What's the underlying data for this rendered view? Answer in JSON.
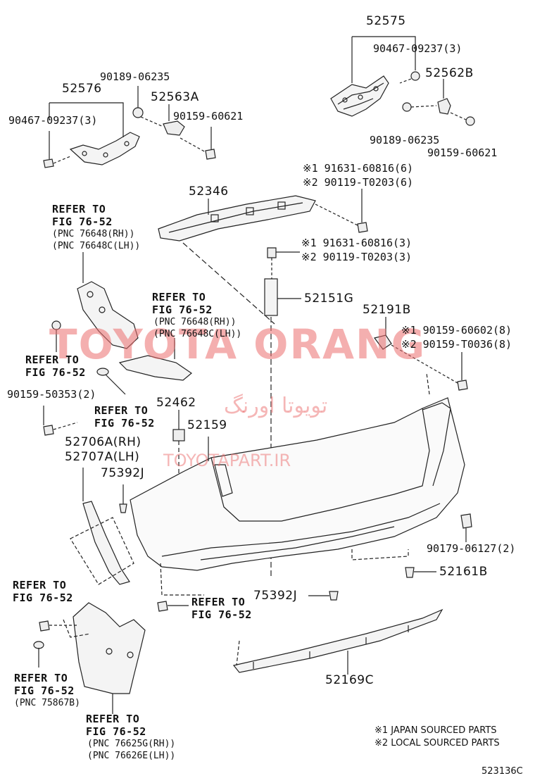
{
  "watermark": {
    "brand": "TOYOTA ORANG",
    "persian": "تویوتا اورنگ",
    "url": "TOYOTAPART.IR",
    "color": "#eb6e6e"
  },
  "labels": {
    "p52575": "52575",
    "p52575_bolt": "90467-09237(3)",
    "p52562B": "52562B",
    "p52562B_clip": "90189-06235",
    "p52562B_screw": "90159-60621",
    "p52576": "52576",
    "p52576_clip": "90189-06235",
    "p52576_bolt": "90467-09237(3)",
    "p52563A": "52563A",
    "p52563A_screw": "90159-60621",
    "p52346": "52346",
    "p52346_bolt1": "※1 91631-60816(6)",
    "p52346_bolt2": "※2 90119-T0203(6)",
    "p52151G_bolt1": "※1 91631-60816(3)",
    "p52151G_bolt2": "※2 90119-T0203(3)",
    "p52151G": "52151G",
    "p52191B": "52191B",
    "p52191B_screw1": "※1 90159-60602(8)",
    "p52191B_screw2": "※2 90159-T0036(8)",
    "p52462": "52462",
    "p52159": "52159",
    "p90159_50353": "90159-50353(2)",
    "p52706A": "52706A(RH)",
    "p52707A": "52707A(LH)",
    "p75392J_a": "75392J",
    "p75392J_b": "75392J",
    "p90179": "90179-06127(2)",
    "p52161B": "52161B",
    "p52169C": "52169C"
  },
  "refs": {
    "r1_line1": "REFER TO",
    "r1_line2": "FIG 76-52",
    "r1_line3": "(PNC 76648(RH))",
    "r1_line4": "(PNC 76648C(LH))",
    "r2_line1": "REFER TO",
    "r2_line2": "FIG 76-52",
    "r2_line3": "(PNC 76648(RH))",
    "r2_line4": "(PNC 76648C(LH))",
    "r3_line1": "REFER TO",
    "r3_line2": "FIG 76-52",
    "r4_line1": "REFER TO",
    "r4_line2": "FIG 76-52",
    "r5_line1": "REFER TO",
    "r5_line2": "FIG 76-52",
    "r6_line1": "REFER TO",
    "r6_line2": "FIG 76-52",
    "r7_line1": "REFER TO",
    "r7_line2": "FIG 76-52",
    "r7_line3": "(PNC 75867B)",
    "r8_line1": "REFER TO",
    "r8_line2": "FIG 76-52",
    "r8_line3": "(PNC 76625G(RH))",
    "r8_line4": "(PNC 76626E(LH))"
  },
  "notes": {
    "n1": "※1 JAPAN SOURCED PARTS",
    "n2": "※2 LOCAL SOURCED PARTS",
    "diagram_id": "523136C"
  }
}
